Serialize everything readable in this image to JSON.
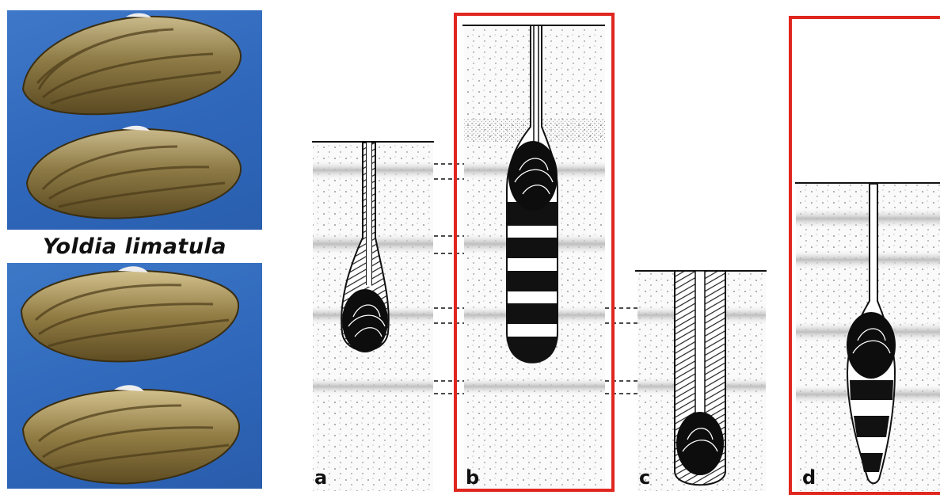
{
  "photo_caption": "Yoldia limatula",
  "panels": [
    {
      "label": "a"
    },
    {
      "label": "b"
    },
    {
      "label": "c"
    },
    {
      "label": "d"
    }
  ],
  "colors": {
    "highlight": "#e0271f",
    "photo_background": "#2f67bb",
    "shell": "#8a7540",
    "ink": "#111111"
  },
  "icons": [
    "clam-shell-photo",
    "burrow-diagram"
  ]
}
